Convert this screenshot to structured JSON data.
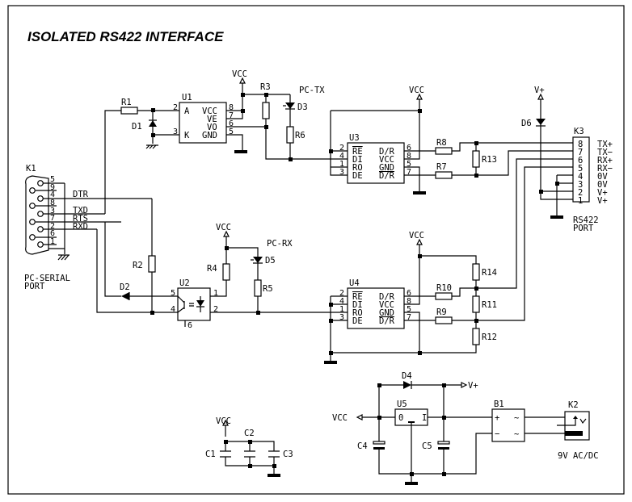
{
  "title": "ISOLATED RS422 INTERFACE",
  "nets": {
    "vcc": "VCC",
    "vplus": "V+"
  },
  "k1": {
    "ref": "K1",
    "caption_line1": "PC-SERIAL",
    "caption_line2": "PORT",
    "pins": [
      "5",
      "9",
      "4",
      "8",
      "3",
      "7",
      "2",
      "6",
      "1"
    ],
    "signals": {
      "dtr": "DTR",
      "txd": "TXD",
      "rts": "RTS",
      "rxd": "RXD"
    }
  },
  "u1": {
    "ref": "U1",
    "left_pins": [
      {
        "num": "2",
        "name": "A"
      },
      {
        "num": "3",
        "name": "K"
      }
    ],
    "right_pins": [
      {
        "num": "8",
        "name": "VCC"
      },
      {
        "num": "7",
        "name": "VE"
      },
      {
        "num": "6",
        "name": "VO"
      },
      {
        "num": "5",
        "name": "GND"
      }
    ]
  },
  "u2": {
    "ref": "U2",
    "pins": [
      "5",
      "4",
      "1",
      "2",
      "6"
    ]
  },
  "u3": {
    "ref": "U3",
    "left_pins": [
      {
        "num": "2",
        "name": "RE"
      },
      {
        "num": "4",
        "name": "DI"
      },
      {
        "num": "1",
        "name": "RO"
      },
      {
        "num": "3",
        "name": "DE"
      }
    ],
    "right_pins": [
      {
        "num": "6",
        "name": "D/R"
      },
      {
        "num": "8",
        "name": "VCC"
      },
      {
        "num": "5",
        "name": "GND"
      },
      {
        "num": "7",
        "name": "D/R"
      }
    ]
  },
  "u4": {
    "ref": "U4",
    "left_pins": [
      {
        "num": "2",
        "name": "RE"
      },
      {
        "num": "4",
        "name": "DI"
      },
      {
        "num": "1",
        "name": "RO"
      },
      {
        "num": "3",
        "name": "DE"
      }
    ],
    "right_pins": [
      {
        "num": "6",
        "name": "D/R"
      },
      {
        "num": "8",
        "name": "VCC"
      },
      {
        "num": "5",
        "name": "GND"
      },
      {
        "num": "7",
        "name": "D/R"
      }
    ]
  },
  "u5": {
    "ref": "U5",
    "out": "0",
    "in": "I"
  },
  "b1": {
    "ref": "B1",
    "plus": "+",
    "minus": "−",
    "ac": "~"
  },
  "k2": {
    "ref": "K2",
    "caption": "9V AC/DC"
  },
  "k3": {
    "ref": "K3",
    "caption_line1": "RS422",
    "caption_line2": "PORT",
    "pins": [
      {
        "num": "8",
        "label": "TX+"
      },
      {
        "num": "7",
        "label": "TX−"
      },
      {
        "num": "6",
        "label": "RX+"
      },
      {
        "num": "5",
        "label": "RX−"
      },
      {
        "num": "4",
        "label": "0V"
      },
      {
        "num": "3",
        "label": "0V"
      },
      {
        "num": "2",
        "label": "V+"
      },
      {
        "num": "1",
        "label": "V+"
      }
    ]
  },
  "resistors": {
    "r1": "R1",
    "r2": "R2",
    "r3": "R3",
    "r4": "R4",
    "r5": "R5",
    "r6": "R6",
    "r7": "R7",
    "r8": "R8",
    "r9": "R9",
    "r10": "R10",
    "r11": "R11",
    "r12": "R12",
    "r13": "R13",
    "r14": "R14"
  },
  "diodes": {
    "d1": "D1",
    "d2": "D2",
    "d3": "D3",
    "d4": "D4",
    "d5": "D5",
    "d6": "D6"
  },
  "leds": {
    "pc_tx": "PC-TX",
    "pc_rx": "PC-RX"
  },
  "capacitors": {
    "c1": "C1",
    "c2": "C2",
    "c3": "C3",
    "c4": "C4",
    "c5": "C5"
  }
}
